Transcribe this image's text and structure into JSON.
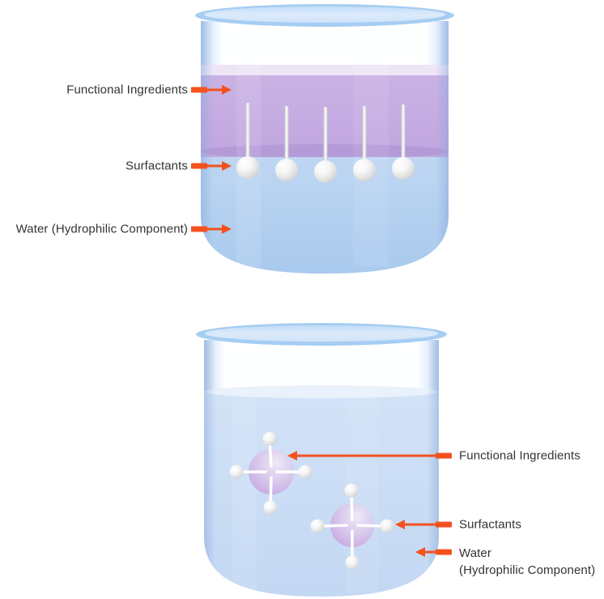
{
  "colors": {
    "background": "#FFFFFF",
    "arrow": "#F4511E",
    "label_text": "#333333",
    "beaker_rim_blue": "#A6CDF2",
    "glass_edge_blue": "#B9D4F1",
    "functional_ingredients_purple": "#C5ACE2",
    "water_blue_top_beaker": "#B4CFF0",
    "water_blue_bottom_beaker": "#CBDDF5",
    "micelle_purple": "#D3BFE9",
    "surfactant_white": "#FFFFFF"
  },
  "top_diagram": {
    "labels": [
      {
        "text": "Functional Ingredients"
      },
      {
        "text": "Surfactants"
      },
      {
        "text": "Water (Hydrophilic Component)"
      }
    ],
    "surfactant_pin_count": 5
  },
  "bottom_diagram": {
    "labels": [
      {
        "text": "Functional Ingredients"
      },
      {
        "text": "Surfactants"
      },
      {
        "text": "Water",
        "text2": "(Hydrophilic Component)"
      }
    ],
    "micelle_count": 2
  }
}
